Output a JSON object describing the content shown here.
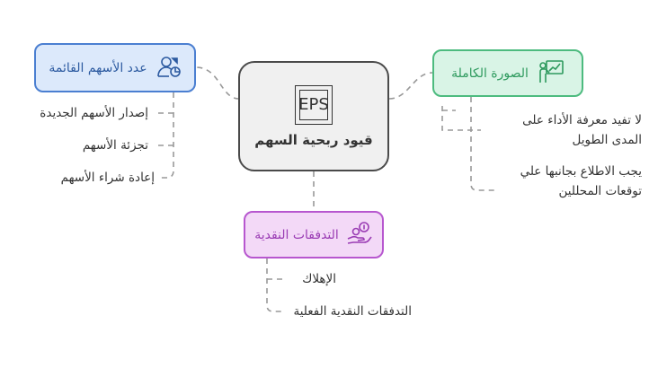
{
  "center": {
    "title": "قيود ربحية السهم",
    "icon_text": "EPS",
    "icon": "eps-document-icon"
  },
  "branches": {
    "shares": {
      "label": "عدد الأسهم القائمة",
      "icon": "user-pie-icon",
      "color": "#4b7fd1",
      "items": [
        "إصدار الأسهم الجديدة",
        "تجزئة الأسهم",
        "إعادة شراء الأسهم"
      ]
    },
    "full_picture": {
      "label": "الصورة الكاملة",
      "icon": "presentation-chart-icon",
      "color": "#4dbb7f",
      "items": [
        "لا تفيد معرفة الأداء على المدى الطويل",
        "يجب الاطلاع بجانبها علي توقعات المحللين"
      ]
    },
    "cash_flow": {
      "label": "التدفقات النقدية",
      "icon": "hand-coins-icon",
      "color": "#b757cf",
      "items": [
        "الإهلاك",
        "التدفقات النقدية الفعلية"
      ]
    }
  }
}
